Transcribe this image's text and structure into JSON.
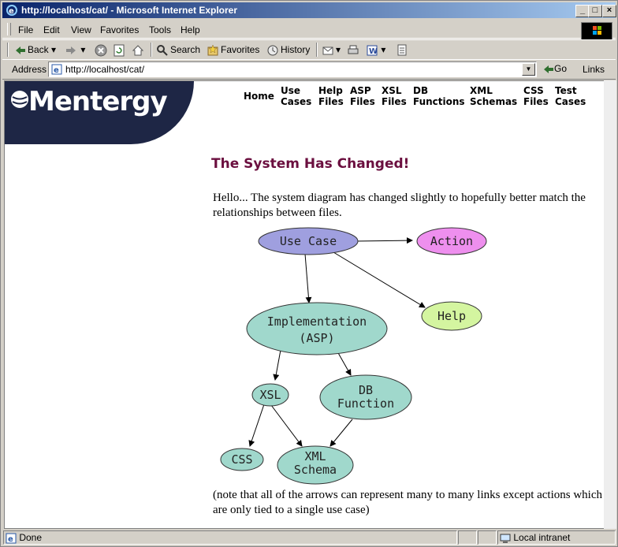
{
  "window": {
    "title": "http://localhost/cat/ - Microsoft Internet Explorer"
  },
  "menu": [
    {
      "label": "File"
    },
    {
      "label": "Edit"
    },
    {
      "label": "View"
    },
    {
      "label": "Favorites"
    },
    {
      "label": "Tools"
    },
    {
      "label": "Help"
    }
  ],
  "toolbar": {
    "back": "Back",
    "search": "Search",
    "favorites": "Favorites",
    "history": "History"
  },
  "address": {
    "label": "Address",
    "url": "http://localhost/cat/",
    "go": "Go",
    "links": "Links"
  },
  "site": {
    "logo": "Mentergy",
    "nav": [
      {
        "line1": "Home",
        "line2": ""
      },
      {
        "line1": "Use",
        "line2": "Cases"
      },
      {
        "line1": "Help",
        "line2": "Files"
      },
      {
        "line1": "ASP",
        "line2": "Files"
      },
      {
        "line1": "XSL",
        "line2": "Files"
      },
      {
        "line1": "DB",
        "line2": "Functions"
      },
      {
        "line1": "XML",
        "line2": "Schemas"
      },
      {
        "line1": "CSS",
        "line2": "Files"
      },
      {
        "line1": "Test",
        "line2": "Cases"
      }
    ]
  },
  "page": {
    "heading": "The System Has Changed!",
    "intro": "Hello... The system diagram has changed slightly to hopefully better match the relationships between files.",
    "note": "(note that all of the arrows can represent many to many links except actions which are only tied to a single use case)"
  },
  "diagram": {
    "nodes": {
      "use_case": "Use Case",
      "action": "Action",
      "help": "Help",
      "impl_line1": "Implementation",
      "impl_line2": "(ASP)",
      "xsl": "XSL",
      "db_line1": "DB",
      "db_line2": "Function",
      "css": "CSS",
      "xml_line1": "XML",
      "xml_line2": "Schema"
    },
    "colors": {
      "use_case": "#9f9fdf",
      "action": "#ee8fee",
      "help": "#d4f5a0",
      "teal": "#a0d8cc"
    }
  },
  "status": {
    "text": "Done",
    "zone": "Local intranet"
  }
}
